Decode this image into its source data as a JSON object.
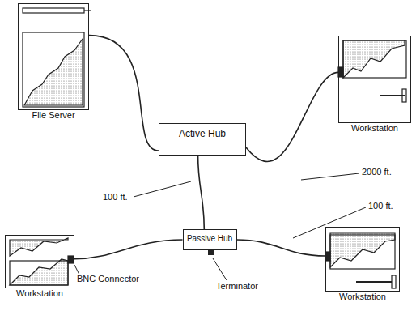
{
  "diagram": {
    "nodes": [
      {
        "text": [
          "File Server"
        ]
      },
      {
        "text": [
          "Workstation"
        ]
      },
      {
        "text": [
          "Active Hub"
        ]
      },
      {
        "text": [
          "Passive Hub"
        ]
      },
      {
        "text": [
          "Workstation"
        ]
      },
      {
        "text": [
          "Workstation"
        ]
      }
    ],
    "edges": [
      {
        "from": 0,
        "to": 2,
        "arrow": "none"
      },
      {
        "from": 2,
        "to": 1,
        "arrow": "none"
      },
      {
        "from": 2,
        "to": 3,
        "arrow": "none"
      },
      {
        "from": 3,
        "to": 4,
        "arrow": "none"
      },
      {
        "from": 3,
        "to": 5,
        "arrow": "none"
      }
    ],
    "labels": [
      "100 ft.",
      "2000 ft.",
      "100 ft.",
      "Terminator",
      "BNC Connector"
    ]
  }
}
